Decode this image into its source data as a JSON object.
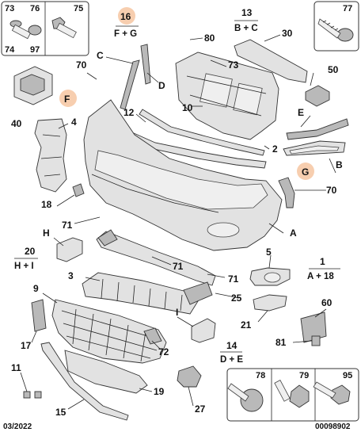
{
  "diagram": {
    "footer_date": "03/2022",
    "footer_ref": "00098902",
    "highlight_color": "#f6c9a6",
    "group_callouts": [
      {
        "num": "16",
        "combo": "F + G"
      },
      {
        "num": "13",
        "combo": "B + C"
      },
      {
        "num": "20",
        "combo": "H + I"
      },
      {
        "num": "1",
        "combo": "A + 18"
      },
      {
        "num": "14",
        "combo": "D + E"
      }
    ],
    "inset_boxes": {
      "screws_top_left": [
        "73",
        "76",
        "74",
        "97",
        "75"
      ],
      "screw_top_right": [
        "77"
      ],
      "fasteners_bottom_right": [
        "78",
        "79",
        "95"
      ]
    },
    "callouts": {
      "A": "A",
      "B": "B",
      "C": "C",
      "D": "D",
      "E": "E",
      "F": "F",
      "G": "G",
      "H": "H",
      "I": "I",
      "n2": "2",
      "n3": "3",
      "n4": "4",
      "n5": "5",
      "n9": "9",
      "n10": "10",
      "n11": "11",
      "n12": "12",
      "n15": "15",
      "n17": "17",
      "n18": "18",
      "n19": "19",
      "n21": "21",
      "n25": "25",
      "n27": "27",
      "n30": "30",
      "n40": "40",
      "n50": "50",
      "n60": "60",
      "n70a": "70",
      "n70b": "70",
      "n71a": "71",
      "n71b": "71",
      "n71c": "71",
      "n72": "72",
      "n73": "73",
      "n80": "80",
      "n81": "81"
    }
  }
}
